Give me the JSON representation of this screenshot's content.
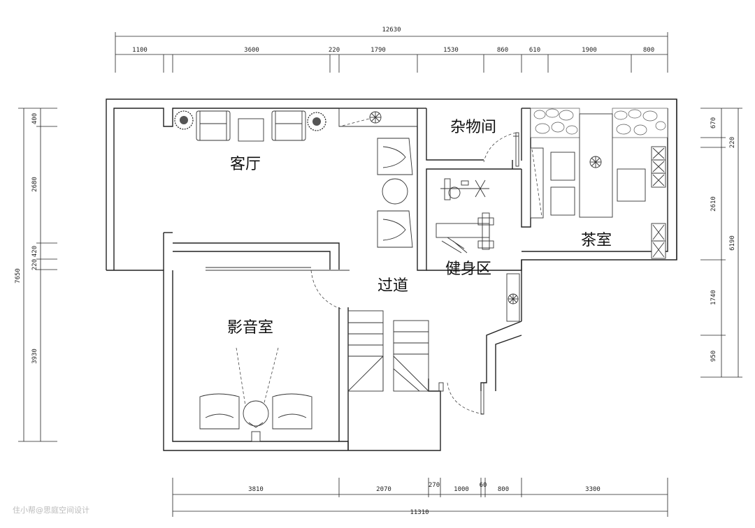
{
  "rooms": {
    "living": "客厅",
    "storage": "杂物间",
    "tea": "茶室",
    "gym": "健身区",
    "corridor": "过道",
    "theater": "影音室"
  },
  "dimensions": {
    "top_total": "12630",
    "top_segments": [
      "1100",
      "3600",
      "220",
      "1790",
      "1530",
      "860",
      "610",
      "1900",
      "800"
    ],
    "bottom_total": "11310",
    "bottom_segments": [
      "3810",
      "2070",
      "270",
      "1000",
      "60",
      "800",
      "3300"
    ],
    "left_total": "7650",
    "left_segments": [
      "400",
      "2680",
      "420",
      "220",
      "3930"
    ],
    "right_total": "6190",
    "right_segments": [
      "670",
      "220",
      "2610",
      "1740",
      "950"
    ]
  },
  "watermark": "住小帮@思庭空间设计",
  "icons": [
    "plant-icon",
    "sofa-chair-icon",
    "table-icon",
    "exercise-bike-icon",
    "bench-press-icon",
    "pendant-lamp-icon",
    "stair-icon",
    "door-swing-icon"
  ]
}
